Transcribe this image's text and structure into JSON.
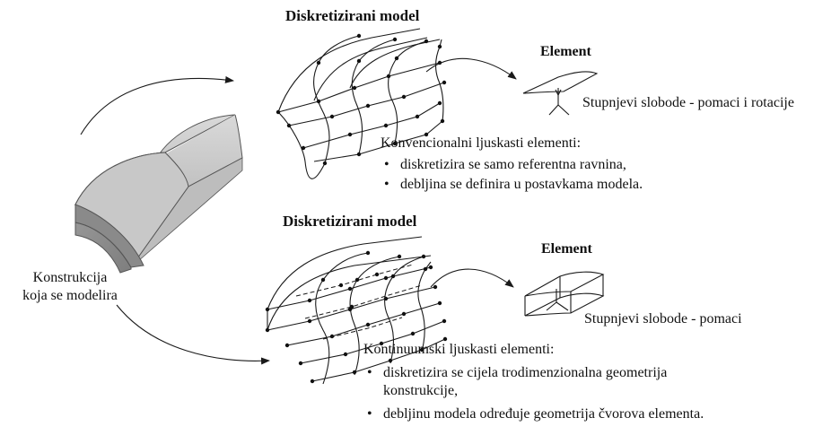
{
  "top": {
    "title": "Diskretizirani model",
    "element_title": "Element",
    "dof_label": "Stupnjevi slobode - pomaci i rotacije",
    "description_title": "Konvencionalni ljuskasti elementi:",
    "bullets": [
      "diskretizira se samo referentna ravnina,",
      "debljina se definira u postavkama modela."
    ]
  },
  "bottom": {
    "title": "Diskretizirani model",
    "element_title": "Element",
    "dof_label": "Stupnjevi slobode - pomaci",
    "description_title": "Kontinuumski ljuskasti elementi:",
    "bullets": [
      "diskretizira se cijela trodimenzionalna geometrija konstrukcije,",
      "debljinu modela određuje geometrija čvorova elementa."
    ]
  },
  "structure": {
    "label_line1": "Konstrukcija",
    "label_line2": "koja se modelira"
  }
}
